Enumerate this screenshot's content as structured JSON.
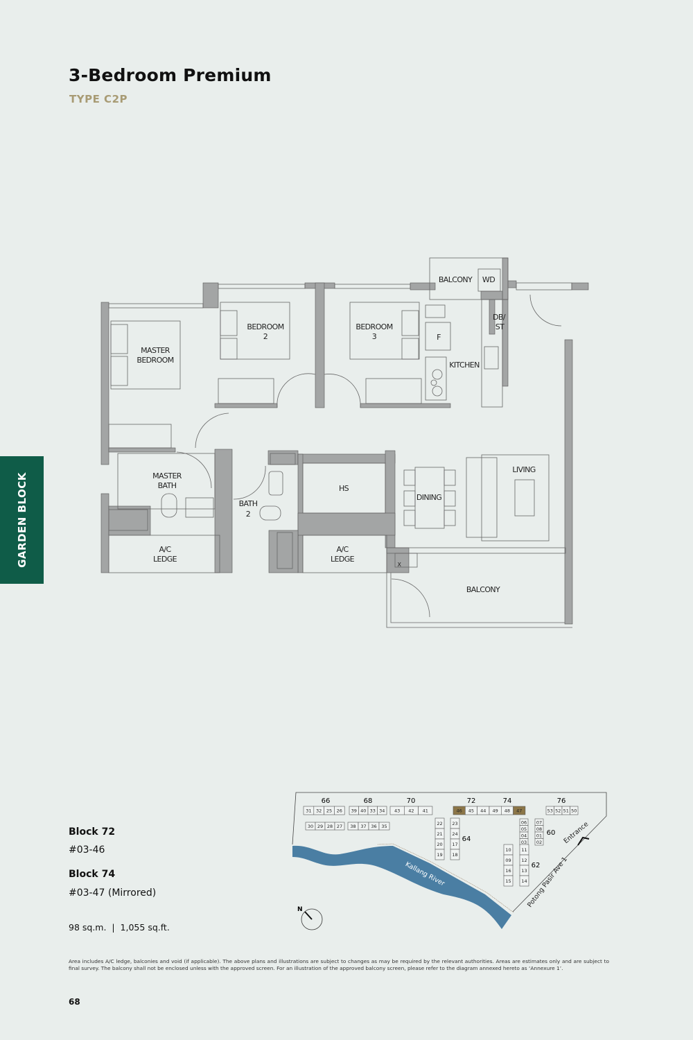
{
  "header": {
    "title": "3-Bedroom Premium",
    "subtitle": "TYPE C2P"
  },
  "side_tab": {
    "label": "GARDEN BLOCK",
    "color": "#0f5c48"
  },
  "colors": {
    "background": "#e9eeec",
    "wall": "#a3a5a5",
    "accent_gold": "#a89b74",
    "highlight_unit": "#8c7648",
    "river": "#4a7ea3"
  },
  "floor_plan": {
    "rooms": {
      "master_bedroom": [
        "MASTER",
        "BEDROOM"
      ],
      "bedroom2": [
        "BEDROOM",
        "2"
      ],
      "bedroom3": [
        "BEDROOM",
        "3"
      ],
      "balcony_top": "BALCONY",
      "wd": "WD",
      "db_st": [
        "DB/",
        "ST"
      ],
      "fridge": "F",
      "kitchen": "KITCHEN",
      "master_bath": [
        "MASTER",
        "BATH"
      ],
      "bath2": [
        "BATH",
        "2"
      ],
      "hs": "HS",
      "dining": "DINING",
      "living": "LIVING",
      "ac_ledge_left": [
        "A/C",
        "LEDGE"
      ],
      "ac_ledge_right": [
        "A/C",
        "LEDGE"
      ],
      "balcony": "BALCONY",
      "x_mark": "X"
    }
  },
  "site_plan": {
    "blocks": [
      {
        "label": "66",
        "rows": [
          [
            "31",
            "32",
            "25",
            "26"
          ],
          [
            "30",
            "29",
            "28",
            "27"
          ]
        ]
      },
      {
        "label": "68",
        "rows": [
          [
            "39",
            "40",
            "33",
            "34"
          ],
          [
            "38",
            "37",
            "36",
            "35"
          ]
        ]
      },
      {
        "label": "70",
        "rows": [
          [
            "43",
            "42",
            "41"
          ]
        ]
      },
      {
        "label": "72",
        "rows": [
          [
            "46",
            "45",
            "44"
          ]
        ]
      },
      {
        "label": "74",
        "rows": [
          [
            "49",
            "48",
            "47"
          ]
        ]
      },
      {
        "label": "76",
        "rows": [
          [
            "53",
            "52",
            "51",
            "50"
          ]
        ]
      },
      {
        "label": "64",
        "rows": [
          [
            "22",
            "23"
          ],
          [
            "21",
            "24"
          ],
          [
            "20",
            "17"
          ],
          [
            "19",
            "18"
          ]
        ]
      },
      {
        "label": "60",
        "rows": [
          [
            "06",
            "07"
          ],
          [
            "05",
            "08"
          ],
          [
            "04",
            "01"
          ],
          [
            "03",
            "02"
          ]
        ]
      },
      {
        "label": "62",
        "rows": [
          [
            "10",
            "11"
          ],
          [
            "09",
            "12"
          ],
          [
            "16",
            "13"
          ],
          [
            "15",
            "14"
          ]
        ]
      }
    ],
    "highlighted_units": [
      "46",
      "47"
    ],
    "river_label": "Kallang River",
    "road_label": "Potong Pasir Ave 1",
    "entrance_label": "Entrance",
    "north_label": "N"
  },
  "units": [
    {
      "block": "Block 72",
      "unit": "#03-46"
    },
    {
      "block": "Block 74",
      "unit": "#03-47 (Mirrored)"
    }
  ],
  "area": "98 sq.m.  |  1,055 sq.ft.",
  "disclaimer": "Area includes A/C ledge, balconies and void (if applicable). The above plans and illustrations are subject to changes as may be required by the relevant authorities. Areas are estimates only and are subject to final survey. The balcony shall not be enclosed unless with the approved screen. For an illustration of the approved balcony screen, please refer to the diagram annexed hereto as ‘Annexure 1’.",
  "page_number": "68"
}
